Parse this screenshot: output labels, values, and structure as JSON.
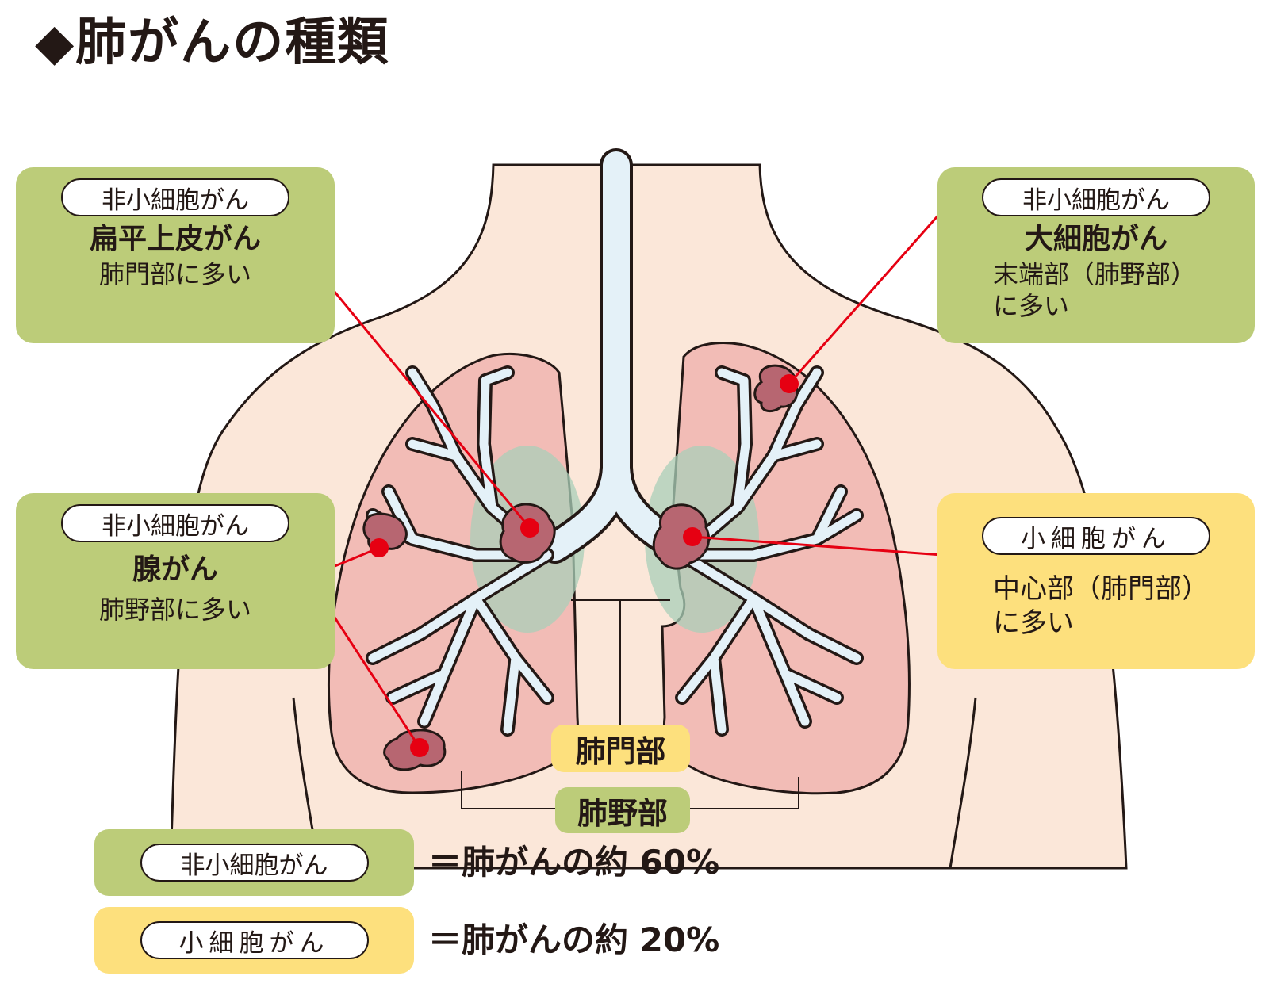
{
  "title": "◆肺がんの種類",
  "callouts": {
    "squamous": {
      "category": "非小細胞がん",
      "name": "扁平上皮がん",
      "location": "肺門部に多い"
    },
    "large_cell": {
      "category": "非小細胞がん",
      "name": "大細胞がん",
      "location_line1": "末端部（肺野部）",
      "location_line2": "に多い"
    },
    "adeno": {
      "category": "非小細胞がん",
      "name": "腺がん",
      "location": "肺野部に多い"
    },
    "small_cell": {
      "category": "小細胞がん",
      "location_line1": "中心部（肺門部）",
      "location_line2": "に多い"
    }
  },
  "regions": {
    "hilar": "肺門部",
    "peripheral": "肺野部"
  },
  "legend": [
    {
      "category": "非小細胞がん",
      "text": "＝肺がんの約 60%",
      "color": "#bccc79"
    },
    {
      "category": "小細胞がん",
      "text": "＝肺がんの約 20%",
      "color": "#fde07d"
    }
  ],
  "colors": {
    "skin": "#fbe7d9",
    "lung": "#f2bcb6",
    "hilar_zone": "#a9cfb8",
    "bronchi": "#e4f1f8",
    "tumor": "#b76671",
    "marker": "#e60012",
    "non_small_cell_box": "#bccc79",
    "small_cell_box": "#fde07d"
  }
}
